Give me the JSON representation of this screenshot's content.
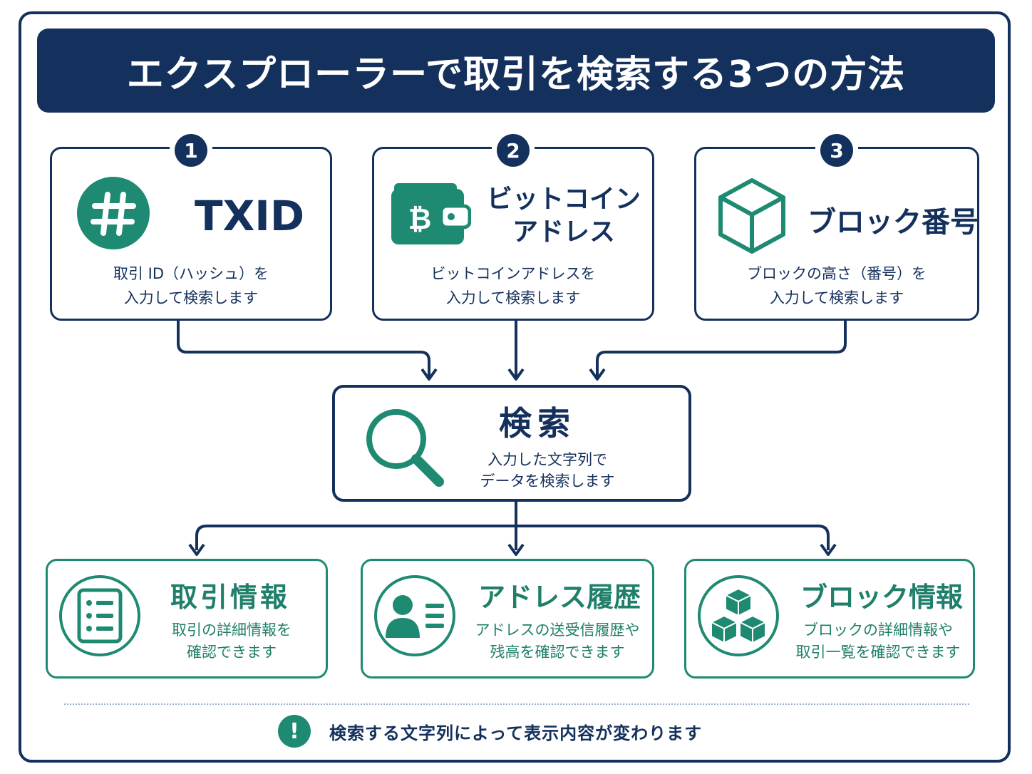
{
  "title": "エクスプローラーで取引を検索する3つの方法",
  "methods": [
    {
      "number": "1",
      "title": "TXID",
      "icon": "hash-icon",
      "desc": [
        "取引 ID（ハッシュ）を",
        "入力して検索します"
      ]
    },
    {
      "number": "2",
      "title_lines": [
        "ビットコイン",
        "アドレス"
      ],
      "icon": "bitcoin-wallet-icon",
      "desc": [
        "ビットコインアドレスを",
        "入力して検索します"
      ]
    },
    {
      "number": "3",
      "title": "ブロック番号",
      "icon": "cube-icon",
      "desc": [
        "ブロックの高さ（番号）を",
        "入力して検索します"
      ]
    }
  ],
  "search": {
    "title": "検索",
    "icon": "magnifier-icon",
    "desc": [
      "入力した文字列で",
      "データを検索します"
    ]
  },
  "results": [
    {
      "title": "取引情報",
      "icon": "document-list-icon",
      "desc": [
        "取引の詳細情報を",
        "確認できます"
      ]
    },
    {
      "title": "アドレス履歴",
      "icon": "user-card-icon",
      "desc": [
        "アドレスの送受信履歴や",
        "残高を確認できます"
      ]
    },
    {
      "title": "ブロック情報",
      "icon": "stacked-cubes-icon",
      "desc": [
        "ブロックの詳細情報や",
        "取引一覧を確認できます"
      ]
    }
  ],
  "note": {
    "icon": "exclamation-icon",
    "text": "検索する文字列によって表示内容が変わります"
  },
  "colors": {
    "navy": "#14305c",
    "teal": "#1f8a72",
    "white": "#ffffff"
  }
}
